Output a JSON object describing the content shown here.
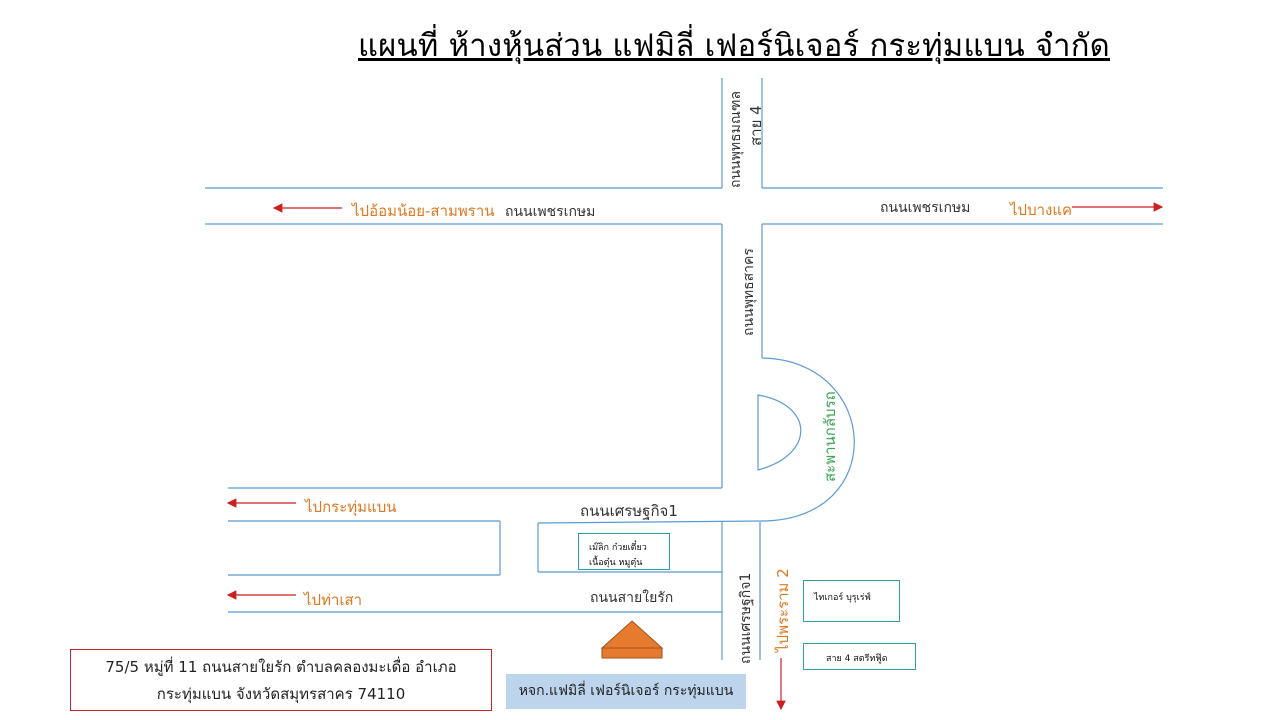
{
  "title": "แผนที่ ห้างหุ้นส่วน แฟมิลี่ เฟอร์นิเจอร์ กระทุ่มแบน จำกัด",
  "roads": {
    "phutthamonthon": "ถนนพุทธมณฑล",
    "sai4": "สาย 4",
    "phetkasem_left": "ถนนเพชรเกษม",
    "phetkasem_right": "ถนนเพชรเกษม",
    "phutthasakhon": "ถนนพุทธสาคร",
    "bridge": "สะพานกลับรถ",
    "setthakit1_h": "ถนนเศรษฐกิจ1",
    "setthakit1_v": "ถนนเศรษฐกิจ1",
    "saiyairak": "ถนนสายใยรัก"
  },
  "directions": {
    "om_noi": "ไปอ้อมน้อย-สามพราน",
    "bang_khae": "ไปบางแค",
    "krathum_baen": "ไปกระทุ่มแบน",
    "tha_sao": "ไปท่าเสา",
    "phra_ram_2": "ไปพระราม 2"
  },
  "landmarks": {
    "noodle_line1": "เม๊ลิก ก๋วยเตี๋ยว",
    "noodle_line2": "เนื้อตุ๋น หมูตุ๋น",
    "tire_shop": "ไทเกอร์ บุรุเร่ฟ์",
    "sai4_shop": "สาย 4 สตรีทฟู๊ด"
  },
  "address": {
    "line1": "75/5 หมู่ที่ 11 ถนนสายใยรัก ตำบลคลองมะเดื่อ อำเภอ",
    "line2": "กระทุ่มแบน จังหวัดสมุทรสาคร 74110"
  },
  "company_label": "หจก.แฟมิลี่ เฟอร์นิเจอร์ กระทุ่มแบน",
  "colors": {
    "road": "#5b9bd5",
    "arrow": "#cc1f1f",
    "direction": "#e07820",
    "bridge_text": "#3aa455",
    "marker": "#e67a2e"
  }
}
